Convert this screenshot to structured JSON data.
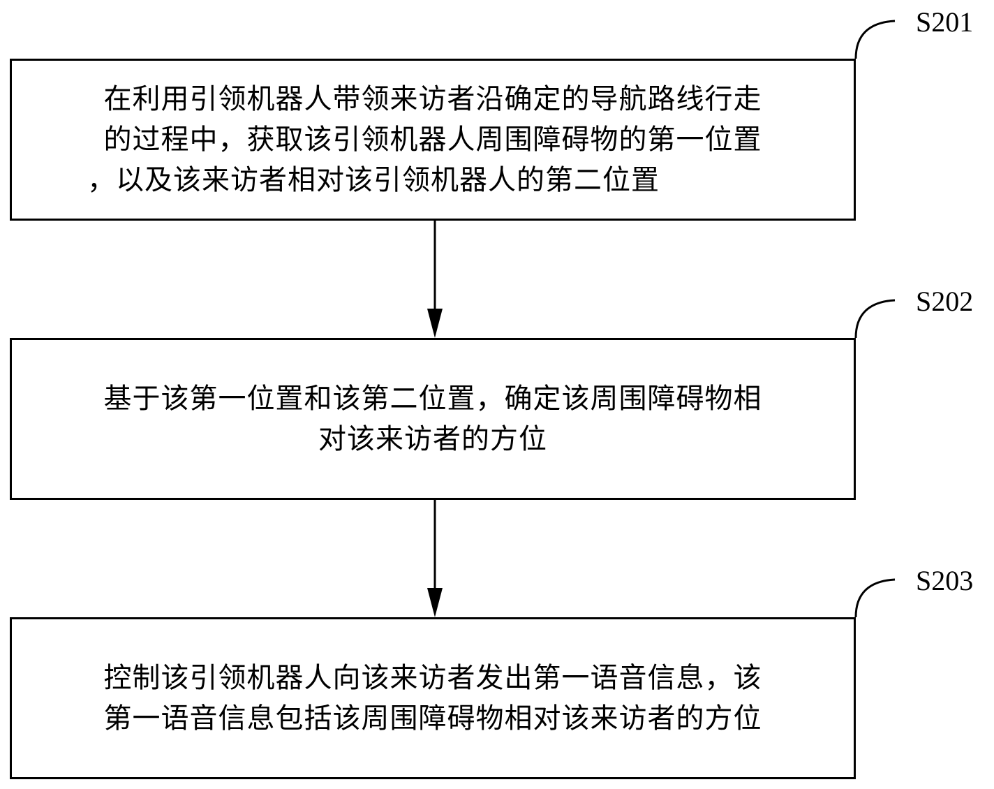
{
  "diagram": {
    "type": "flowchart",
    "steps": [
      {
        "id": "S201",
        "label": "S201",
        "lines": [
          "在利用引领机器人带领来访者沿确定的导航路线行走",
          "的过程中，获取该引领机器人周围障碍物的第一位置",
          "，以及该来访者相对该引领机器人的第二位置"
        ]
      },
      {
        "id": "S202",
        "label": "S202",
        "lines": [
          "基于该第一位置和该第二位置，确定该周围障碍物相",
          "对该来访者的方位"
        ]
      },
      {
        "id": "S203",
        "label": "S203",
        "lines": [
          "控制该引领机器人向该来访者发出第一语音信息，该",
          "第一语音信息包括该周围障碍物相对该来访者的方位"
        ]
      }
    ],
    "edges": [
      {
        "from": "S201",
        "to": "S202"
      },
      {
        "from": "S202",
        "to": "S203"
      }
    ]
  }
}
